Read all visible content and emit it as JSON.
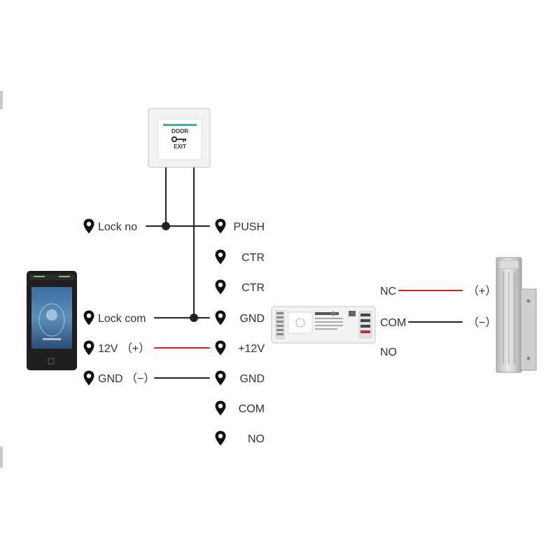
{
  "exit_button": {
    "line1": "DOOR",
    "line2": "EXIT"
  },
  "reader_labels": {
    "lock_no": "Lock no",
    "lock_com": "Lock com",
    "v12": "12V （+）",
    "gnd": "GND （−）"
  },
  "controller_terminals": [
    "PUSH",
    "CTR",
    "CTR",
    "GND",
    "+12V",
    "GND",
    "COM",
    "NO"
  ],
  "lock_terminals": {
    "nc": "NC",
    "com": "COM",
    "no": "NO",
    "plus": "（+）",
    "minus": "（−）"
  },
  "colors": {
    "positive_wire": "#d62020",
    "negative_wire": "#222222",
    "pin_icon": "#111111"
  },
  "icons": [
    "location-pin-icon",
    "key-icon"
  ]
}
